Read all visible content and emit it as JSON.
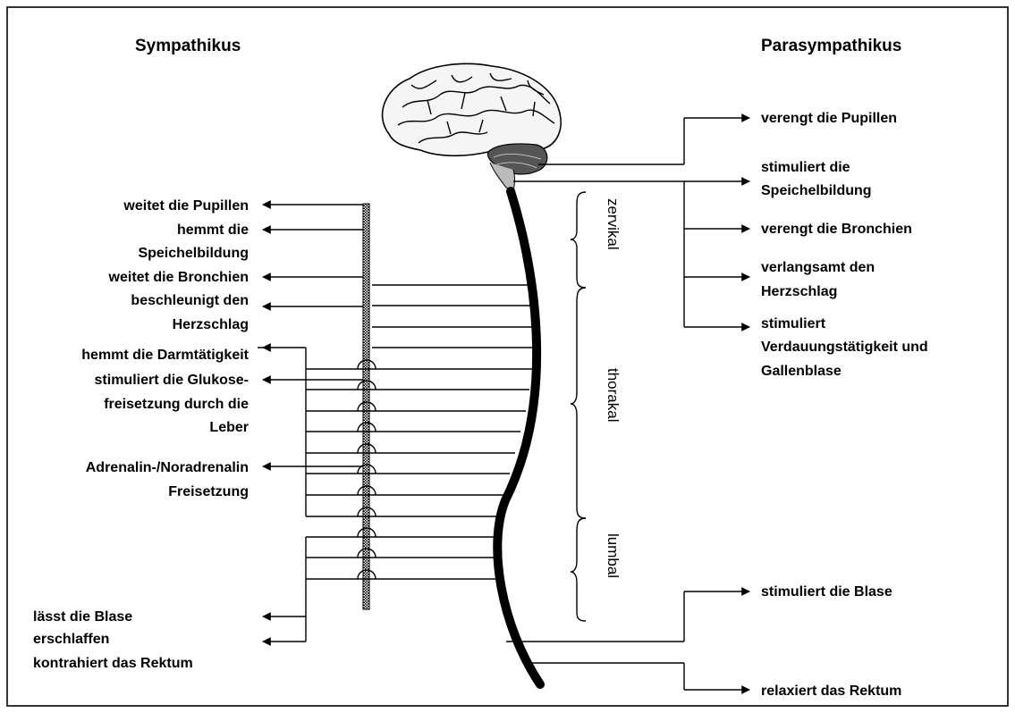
{
  "headers": {
    "sympathikus": "Sympathikus",
    "parasympathikus": "Parasympathikus"
  },
  "regions": {
    "zervikal": "zervikal",
    "thorakal": "thorakal",
    "lumbal": "lumbal"
  },
  "sympathikus_labels": [
    "weitet die Pupillen",
    "hemmt die",
    "Speichelbildung",
    "weitet die Bronchien",
    "beschleunigt den",
    "Herzschlag",
    "hemmt die Darmtätigkeit",
    "stimuliert die Glukose-",
    "freisetzung durch die",
    "Leber",
    "Adrenalin-/Noradrenalin",
    "Freisetzung",
    "lässt die Blase",
    "erschlaffen",
    "kontrahiert das Rektum"
  ],
  "parasympathikus_labels": [
    "verengt die Pupillen",
    "stimuliert die",
    "Speichelbildung",
    "verengt die Bronchien",
    "verlangsamt den",
    "Herzschlag",
    "stimuliert",
    "Verdauungstätigkeit und",
    "Gallenblase",
    "stimuliert die Blase",
    "relaxiert das Rektum"
  ]
}
